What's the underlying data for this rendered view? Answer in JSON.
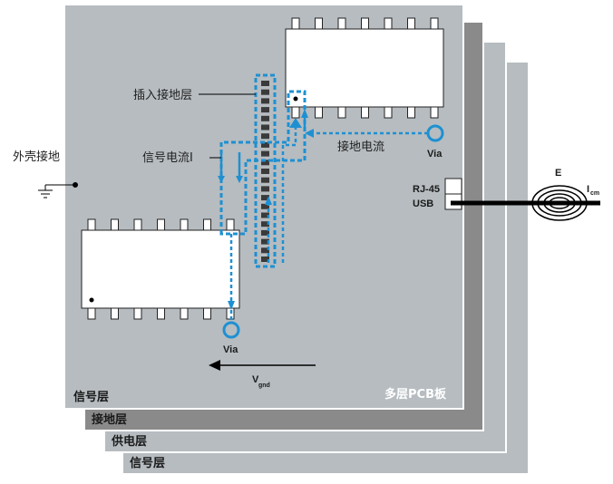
{
  "labels": {
    "insert_ground_layer": "插入接地层",
    "signal_current": "信号电流I",
    "ground_current": "接地电流",
    "chassis_ground": "外壳接地",
    "via_top": "Via",
    "via_bottom": "Via",
    "connector_line1": "RJ-45",
    "connector_line2": "USB",
    "field_e": "E",
    "current_i": "I",
    "current_i_sub": "cm",
    "vgnd": "V",
    "vgnd_sub": "gnd",
    "board_name": "多层PCB板"
  },
  "layers": [
    {
      "name": "信号层",
      "color": "#b6bcc0"
    },
    {
      "name": "接地层",
      "color": "#8a8a8a"
    },
    {
      "name": "供电层",
      "color": "#b6bcc0"
    },
    {
      "name": "信号层",
      "color": "#b6bcc0"
    }
  ],
  "colors": {
    "board_top": "#b6bcc0",
    "current_path": "#1e90d2",
    "chip_fill": "#ffffff",
    "dark": "#000000"
  }
}
